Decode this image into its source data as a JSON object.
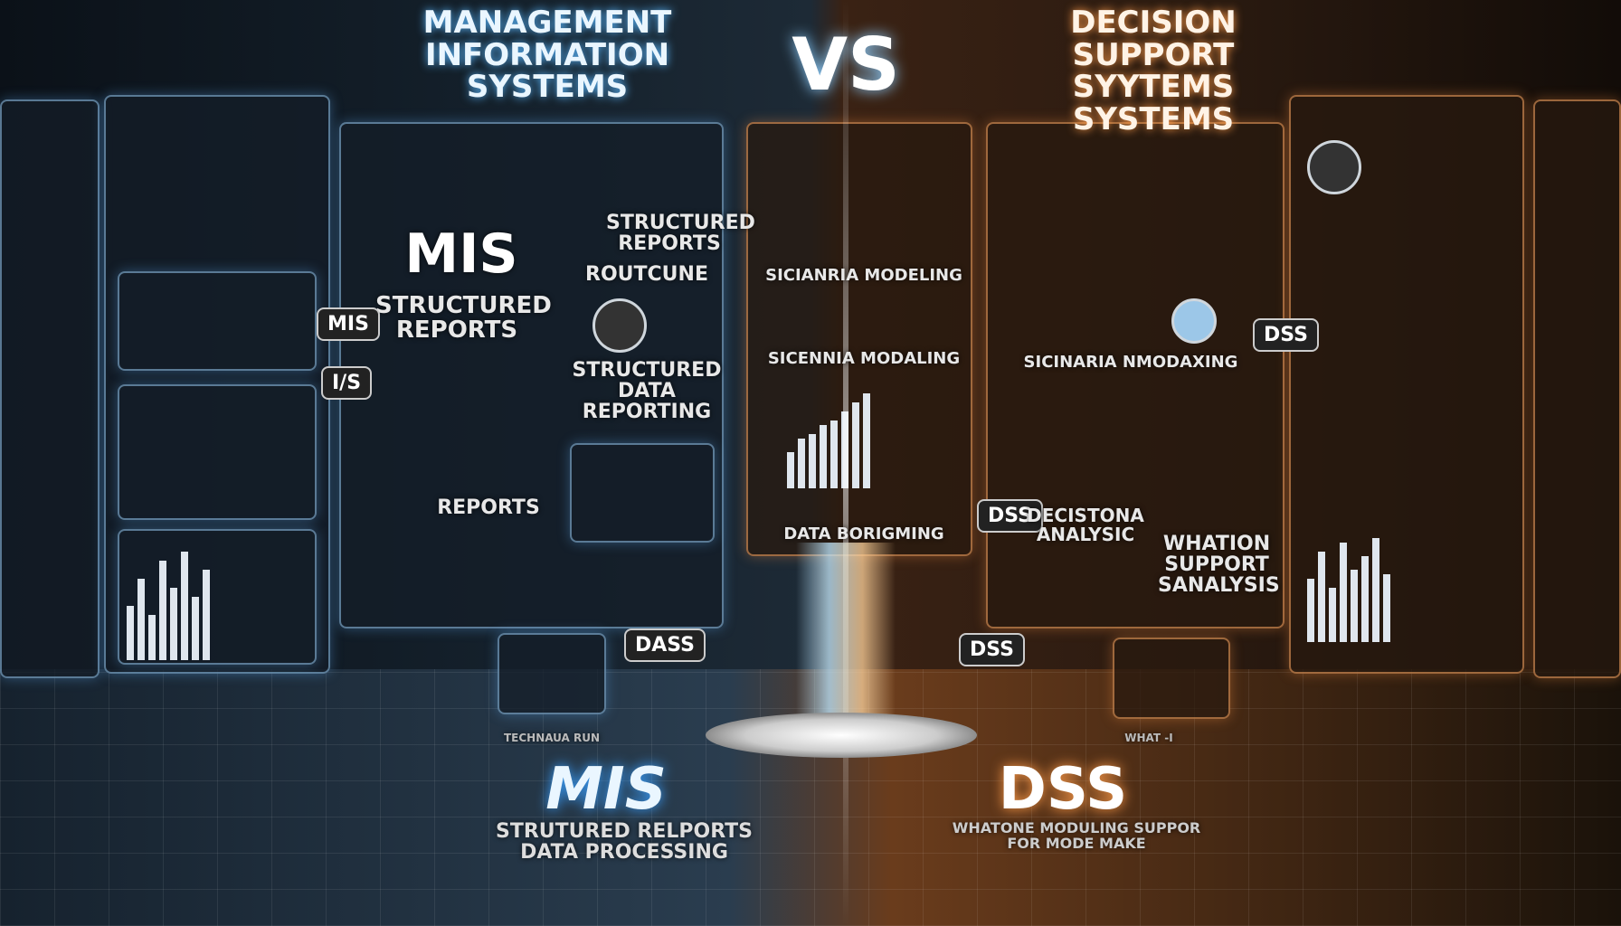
{
  "header": {
    "left_title": [
      "MANAGEMENT",
      "INFORMATION",
      "SYSTEMS"
    ],
    "vs": "VS",
    "right_title": [
      "DECISION SUPPORT",
      "SYYTEMS",
      "SYSTEMS"
    ]
  },
  "mis_side": {
    "labels": {
      "mis_main": "MIS",
      "structured_reports_top": "STRUCTURED REPORTS",
      "routine": "ROUTCUNE",
      "structured_reports": "STRUCTURED REPORTS",
      "structured_data_reporting": "STRUCTURED DATA REPORTING",
      "reports": "REPORTS",
      "mis_badge": "MIS",
      "is_badge": "I/S",
      "dass_badge": "DASS",
      "monitor_caption": "TECHNAUA RUN"
    },
    "footer": {
      "title": "MIS",
      "subtitle": "STRUTURED RELPORTS DATA PROCESSING"
    },
    "accent": "#5ab8ff"
  },
  "dss_side": {
    "labels": {
      "scenario_modeling_1": "SICIANRIA MODELING",
      "scenario_modeling_2": "SICENNIA MODALING",
      "data_modeling": "DATA BORIGMING",
      "scenario_modeling_3": "SICINARIA NMODAXING",
      "dss_badge_1": "DSS",
      "dss_badge_2": "DSS",
      "dss_badge_3": "DSS",
      "decision_analysis": "DECISTONA ANALYSIC",
      "whatif_support": "WHATION SUPPORT SANALYSIS",
      "monitor_caption": "WHAT -I"
    },
    "footer": {
      "title": "DSS",
      "subtitle": "WHATONE MODULING SUPPOR FOR MODE MAKE"
    },
    "accent": "#ff9c4a"
  }
}
